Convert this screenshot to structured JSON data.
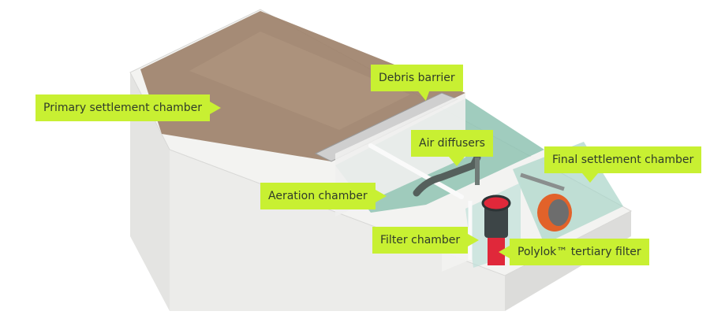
{
  "labels": {
    "debris_barrier": "Debris barrier",
    "primary_settlement": "Primary settlement chamber",
    "air_diffusers": "Air diffusers",
    "final_settlement": "Final settlement chamber",
    "aeration_chamber": "Aeration chamber",
    "filter_chamber": "Filter chamber",
    "tertiary_filter": "Polylok™ tertiary filter"
  },
  "colors": {
    "label_bg": "#c8f032",
    "water": "#8fc3b3",
    "lid": "#9c8068",
    "filter_red": "#e0283a",
    "orange_pipe": "#e2622a"
  }
}
